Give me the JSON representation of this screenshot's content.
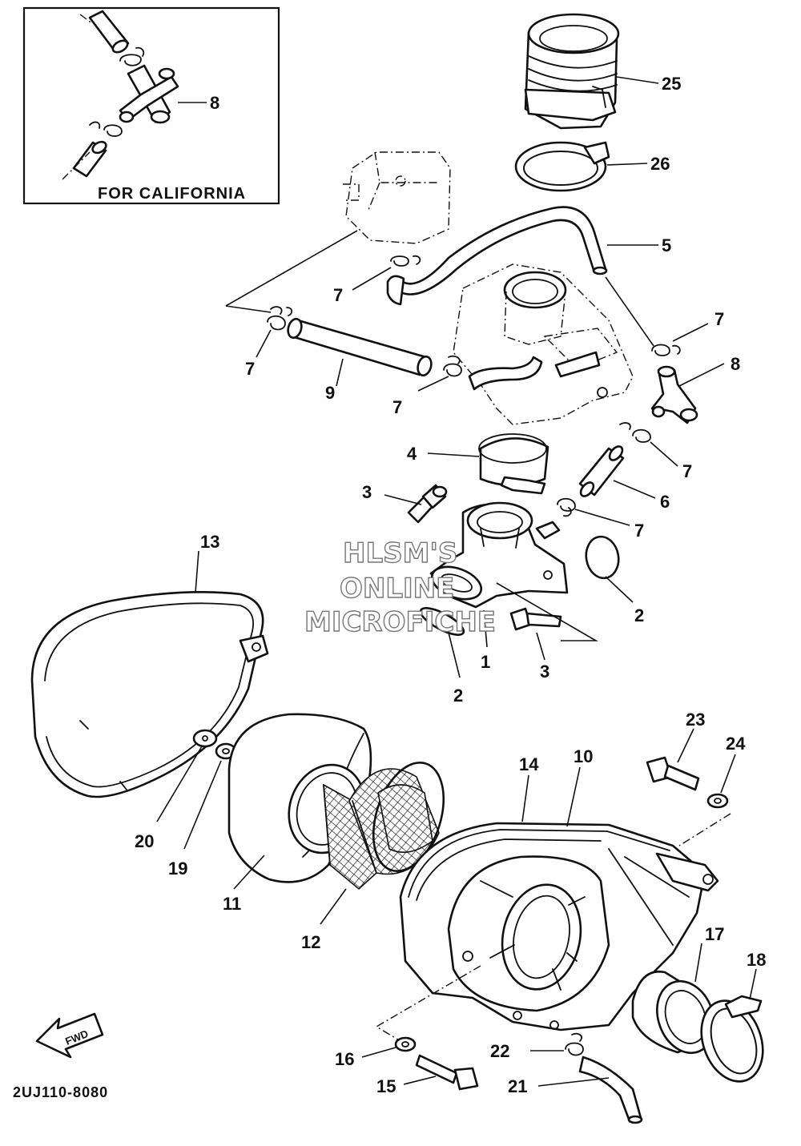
{
  "inset": {
    "caption": "FOR CALIFORNIA"
  },
  "diagram_code": "2UJ110-8080",
  "watermark": [
    "HLSM'S",
    "ONLINE",
    "MICROFICHE"
  ],
  "fwd_label": "FWD",
  "callouts": {
    "c1": "1",
    "c2a": "2",
    "c2b": "2",
    "c3a": "3",
    "c3b": "3",
    "c4": "4",
    "c5": "5",
    "c6": "6",
    "c7a": "7",
    "c7b": "7",
    "c7c": "7",
    "c7d": "7",
    "c7e": "7",
    "c7f": "7",
    "c8a": "8",
    "c8b": "8",
    "c9": "9",
    "c10": "10",
    "c11": "11",
    "c12": "12",
    "c13": "13",
    "c14": "14",
    "c15": "15",
    "c16": "16",
    "c17": "17",
    "c18": "18",
    "c19": "19",
    "c20": "20",
    "c21": "21",
    "c22": "22",
    "c23": "23",
    "c24": "24",
    "c25": "25",
    "c26": "26"
  }
}
